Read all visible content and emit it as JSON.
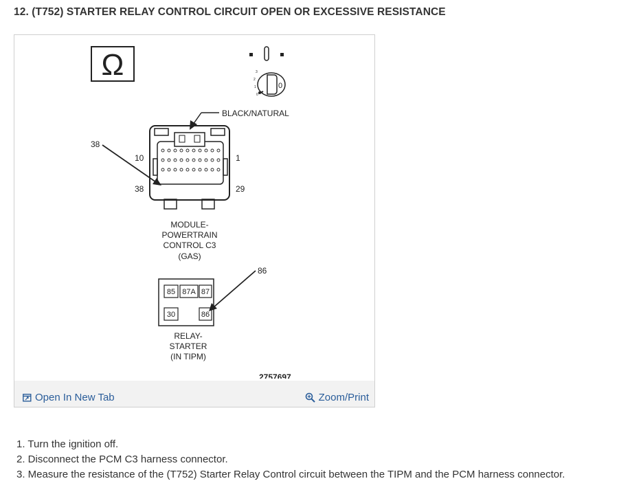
{
  "heading": "12. (T752) STARTER RELAY CONTROL CIRCUIT OPEN OR EXCESSIVE RESISTANCE",
  "diagram": {
    "ohm_symbol": "Ω",
    "key_position": "0",
    "key_dial_numbers": [
      "3",
      "2",
      "1",
      "0"
    ],
    "connector_color_label": "BLACK/NATURAL",
    "pin_callout": "38",
    "pin_labels": {
      "top_left": "10",
      "top_right": "1",
      "bottom_left": "38",
      "bottom_right": "29"
    },
    "connector_name": [
      "MODULE-",
      "POWERTRAIN",
      "CONTROL C3",
      "(GAS)"
    ],
    "relay_callout": "86",
    "relay_terminals": [
      "85",
      "87A",
      "87",
      "30",
      "86"
    ],
    "relay_name": [
      "RELAY-",
      "STARTER",
      "(IN TIPM)"
    ],
    "figure_number": "2757697"
  },
  "footer": {
    "open_tab": "Open In New Tab",
    "zoom_print": "Zoom/Print",
    "link_color": "#2a5d9a"
  },
  "steps": [
    "1. Turn the ignition off.",
    "2. Disconnect the PCM C3 harness connector.",
    "3. Measure the resistance of the (T752) Starter Relay Control circuit between the TIPM and the PCM harness connector."
  ]
}
